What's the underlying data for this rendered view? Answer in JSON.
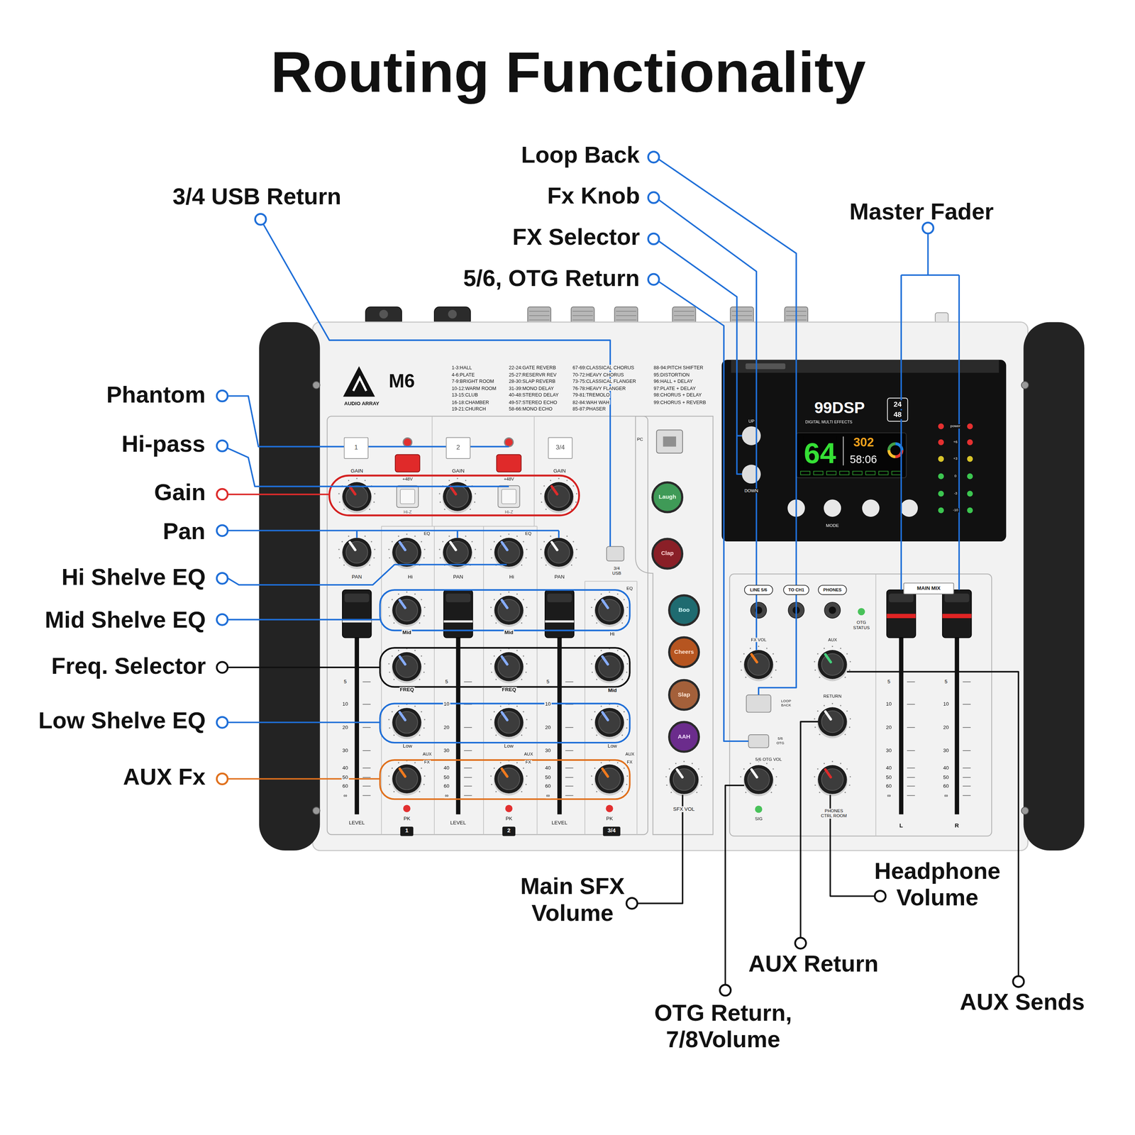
{
  "diagram": {
    "title": "Routing Functionality",
    "nodes": [
      {
        "text": [
          "1"
        ]
      },
      {
        "text": [
          "2"
        ]
      },
      {
        "text": [
          "3/4"
        ]
      },
      {
        "text": [
          "Laugh"
        ]
      },
      {
        "text": [
          "Clap"
        ]
      },
      {
        "text": [
          "Boo"
        ]
      },
      {
        "text": [
          "Cheers"
        ]
      },
      {
        "text": [
          "Slap"
        ]
      },
      {
        "text": [
          "AAH"
        ]
      },
      {
        "text": [
          "LINE 5/6"
        ]
      },
      {
        "text": [
          "TO CH1"
        ]
      },
      {
        "text": [
          "PHONES"
        ]
      },
      {
        "text": [
          "MAIN MIX"
        ]
      },
      {
        "text": [
          "1"
        ]
      },
      {
        "text": [
          "2"
        ]
      },
      {
        "text": [
          "3/4"
        ]
      }
    ],
    "labels": [
      "3/4 USB Return",
      "Loop Back",
      "Fx Knob",
      "FX Selector",
      "5/6, OTG Return",
      "Master Fader",
      "Phantom",
      "Hi-pass",
      "Gain",
      "Pan",
      "Hi Shelve EQ",
      "Mid Shelve EQ",
      "Freq. Selector",
      "Low Shelve EQ",
      "AUX Fx",
      "Main SFX Volume",
      "Headphone Volume",
      "AUX Return",
      "OTG Return, 7/8Volume",
      "AUX Sends",
      "M6",
      "AUDIO ARRAY",
      "1-3:HALL",
      "4-6:PLATE",
      "7-9:BRIGHT ROOM",
      "10-12:WARM ROOM",
      "13-15:CLUB",
      "16-18:CHAMBER",
      "19-21:CHURCH",
      "22-24:GATE REVERB",
      "25-27:RESERVR REV",
      "28-30:SLAP REVERB",
      "31-39:MONO DELAY",
      "40-48:STEREO DELAY",
      "49-57:STEREO ECHO",
      "58-66:MONO ECHO",
      "67-69:CLASSICAL CHORUS",
      "70-72:HEAVY CHORUS",
      "73-75:CLASSICAL FLANGER",
      "76-78:HEAVY FLANGER",
      "79-81:TREMOLO",
      "82-84:WAH WAH",
      "85-87:PHASER",
      "88-94:PITCH SHIFTER",
      "95:DISTORTION",
      "96:HALL + DELAY",
      "97:PLATE + DELAY",
      "98:CHORUS + DELAY",
      "99:CHORUS + REVERB",
      "GAIN",
      "GAIN",
      "GAIN",
      "+48V",
      "+48V",
      "Hi-Z",
      "Hi-Z",
      "PAN",
      "PAN",
      "PAN",
      "EQ",
      "EQ",
      "EQ",
      "Hi",
      "Hi",
      "Hi",
      "Mid",
      "Mid",
      "Mid",
      "FREQ",
      "FREQ",
      "Low",
      "Low",
      "Low",
      "AUX",
      "AUX",
      "AUX",
      "FX",
      "FX",
      "FX",
      "PK",
      "PK",
      "PK",
      "LEVEL",
      "LEVEL",
      "LEVEL",
      "5",
      "10",
      "20",
      "30",
      "40",
      "50",
      "60",
      "∞",
      "5",
      "10",
      "20",
      "30",
      "40",
      "50",
      "60",
      "∞",
      "5",
      "10",
      "20",
      "30",
      "40",
      "50",
      "60",
      "∞",
      "5",
      "10",
      "20",
      "30",
      "40",
      "50",
      "60",
      "∞",
      "5",
      "10",
      "20",
      "30",
      "40",
      "50",
      "60",
      "∞",
      "3/4 USB",
      "PC",
      "SFX VOL",
      "99DSP",
      "DIGITAL MULTI EFFECTS",
      "24",
      "48",
      "UP",
      "DOWN",
      "64",
      "302",
      "58:06",
      "MODE",
      "power",
      "+6",
      "+3",
      "0",
      "-3",
      "-10",
      "OTG STATUS",
      "FX VOL",
      "AUX",
      "LOOP BACK",
      "RETURN",
      "5/6 OTG",
      "5/6 OTG VOL",
      "PHONES CTRL ROOM",
      "SIG",
      "L",
      "R"
    ]
  }
}
